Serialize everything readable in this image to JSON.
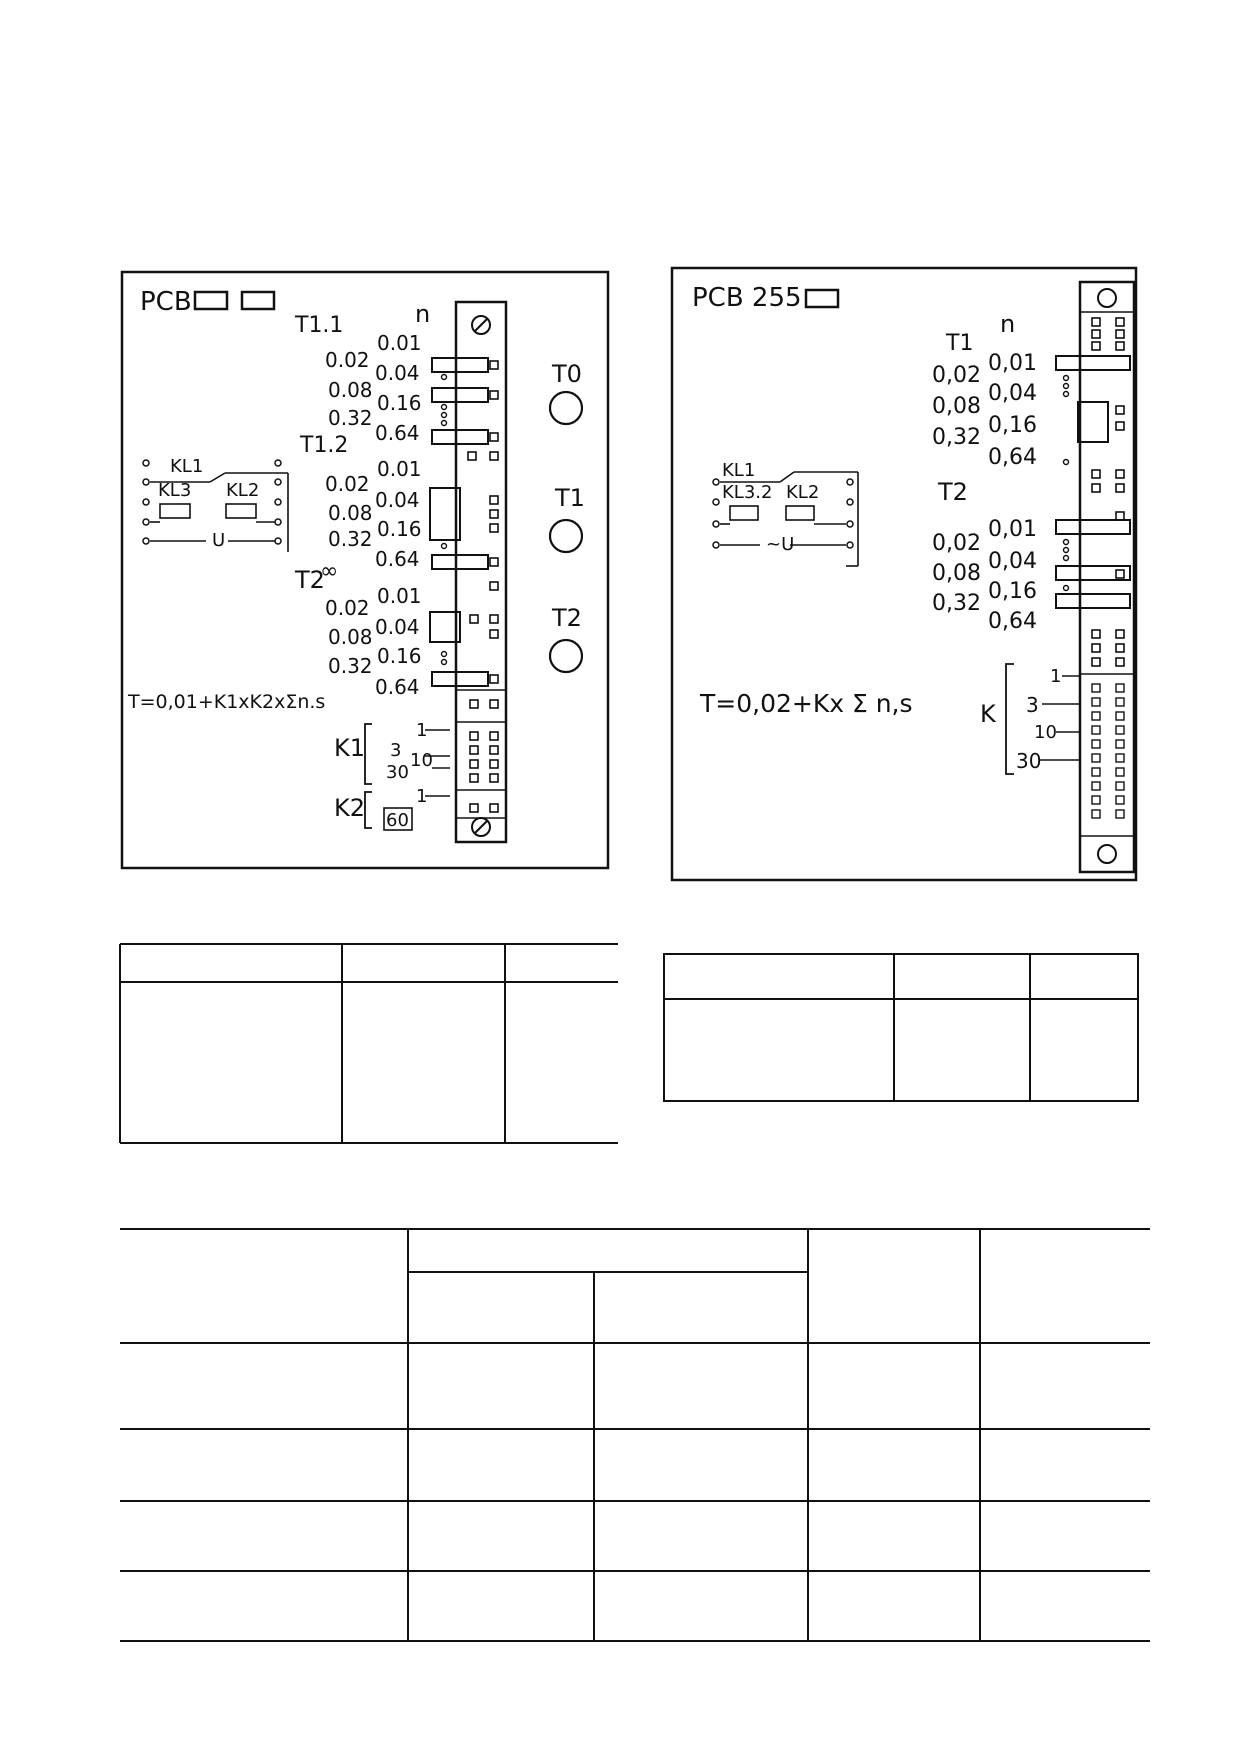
{
  "diagram1": {
    "pcb_label": "PCB",
    "column_header": "n",
    "group1_label": "T1.1",
    "group2_label": "T1.2",
    "group3_label": "T2",
    "infinity": "∞",
    "left_values": [
      "0.02",
      "0.08",
      "0.32"
    ],
    "right_values": [
      "0.01",
      "0.04",
      "0.16",
      "0.64"
    ],
    "outputs": [
      "T0",
      "T1",
      "T2"
    ],
    "relays": {
      "kl1": "KL1",
      "kl3": "KL3",
      "kl2": "KL2",
      "u": "U"
    },
    "formula": "T=0,01+K1xK2xΣn.s",
    "k1_label": "K1",
    "k1_values": [
      "1",
      "3",
      "10",
      "30"
    ],
    "k2_label": "K2",
    "k2_values": [
      "1",
      "60"
    ]
  },
  "diagram2": {
    "pcb_label": "PCB 255",
    "column_header": "n",
    "group1_label": "T1",
    "group2_label": "T2",
    "left_values": [
      "0,02",
      "0,08",
      "0,32"
    ],
    "right_values": [
      "0,01",
      "0,04",
      "0,16",
      "0,64"
    ],
    "relays": {
      "kl1": "KL1",
      "kl3": "KL3.2",
      "kl2": "KL2",
      "u": "~U"
    },
    "formula": "T=0,02+Kx Σ n,s",
    "k_label": "K",
    "k_values": [
      "1",
      "3",
      "10",
      "30"
    ]
  }
}
